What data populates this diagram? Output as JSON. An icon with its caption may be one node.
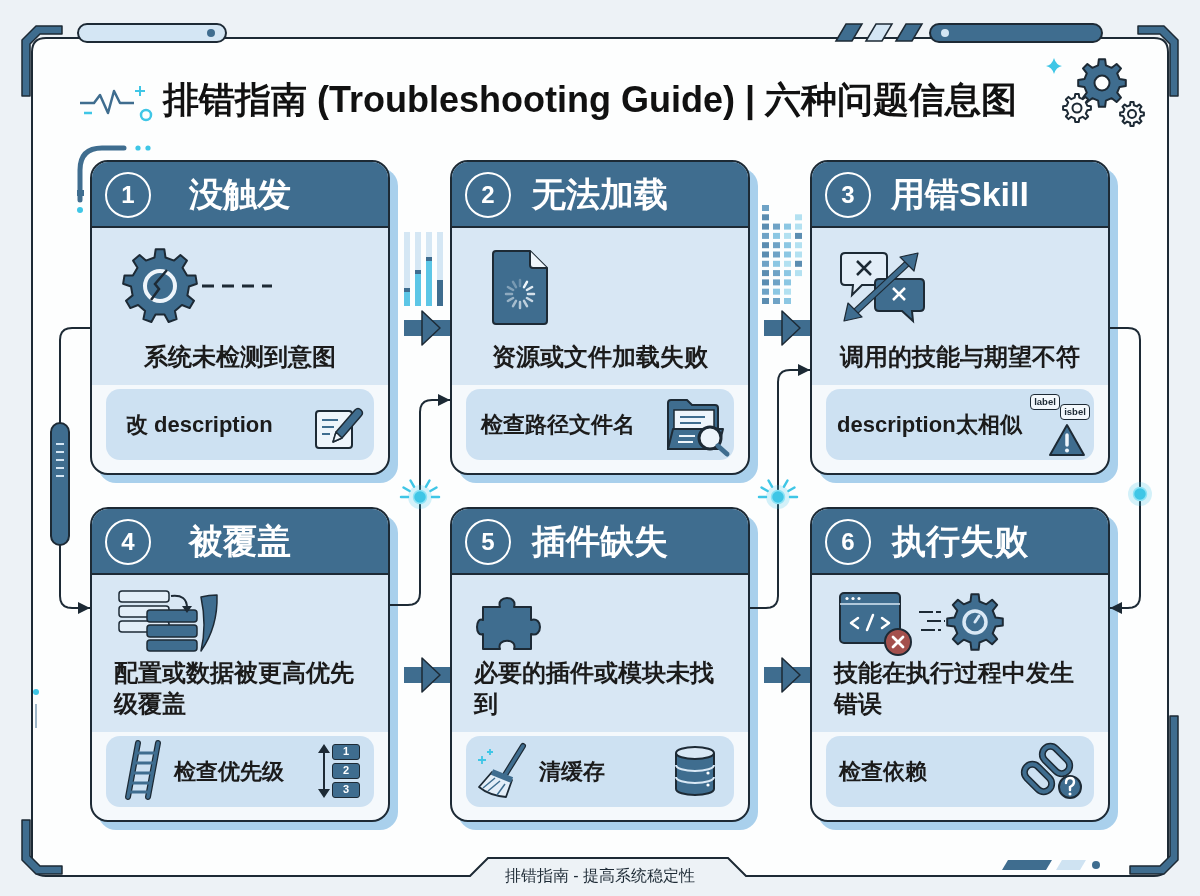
{
  "diagram": {
    "title": "排错指南 (Troubleshooting Guide) | 六种问题信息图",
    "caption": "排错指南 - 提高系统稳定性",
    "nodes": [
      {
        "text": [
          "没触发",
          "系统未检测到意图"
        ]
      },
      {
        "text": [
          "1"
        ],
        "in": 0
      },
      {
        "text": [
          "改 description"
        ],
        "in": 0
      },
      {
        "text": [
          "无法加载",
          "资源或文件加载失败"
        ]
      },
      {
        "text": [
          "2"
        ],
        "in": 3
      },
      {
        "text": [
          "检查路径文件名"
        ],
        "in": 3
      },
      {
        "text": [
          "用错Skill",
          "调用的技能与期望不符"
        ]
      },
      {
        "text": [
          "3"
        ],
        "in": 6
      },
      {
        "text": [
          "description太相似"
        ],
        "in": 6
      },
      {
        "text": [
          "被覆盖",
          "配置或数据被更高优先级覆盖"
        ]
      },
      {
        "text": [
          "4"
        ],
        "in": 9
      },
      {
        "text": [
          "检查优先级"
        ],
        "in": 9
      },
      {
        "text": [
          "插件缺失",
          "必要的插件或模块未找到"
        ]
      },
      {
        "text": [
          "5"
        ],
        "in": 12
      },
      {
        "text": [
          "清缓存"
        ],
        "in": 12
      },
      {
        "text": [
          "执行失败",
          "技能在执行过程中发生错误"
        ]
      },
      {
        "text": [
          "6"
        ],
        "in": 15
      },
      {
        "text": [
          "检查依赖"
        ],
        "in": 15
      }
    ],
    "edges": [
      {
        "from": 0,
        "to": 3,
        "arrow": "to",
        "style": "thick",
        "color": "#3f6d8f"
      },
      {
        "from": 3,
        "to": 6,
        "arrow": "to",
        "style": "thick",
        "color": "#3f6d8f"
      },
      {
        "from": 0,
        "to": 9,
        "arrow": "to"
      },
      {
        "from": 9,
        "to": 3,
        "arrow": "to"
      },
      {
        "from": 12,
        "to": 6,
        "arrow": "to"
      },
      {
        "from": 6,
        "to": 15,
        "arrow": "to"
      },
      {
        "from": 9,
        "to": 12,
        "arrow": "to",
        "style": "thick",
        "color": "#3f6d8f"
      },
      {
        "from": 12,
        "to": 15,
        "arrow": "to",
        "style": "thick",
        "color": "#3f6d8f"
      }
    ],
    "labels": [
      "label",
      "isbel",
      "1",
      "2",
      "3"
    ]
  }
}
